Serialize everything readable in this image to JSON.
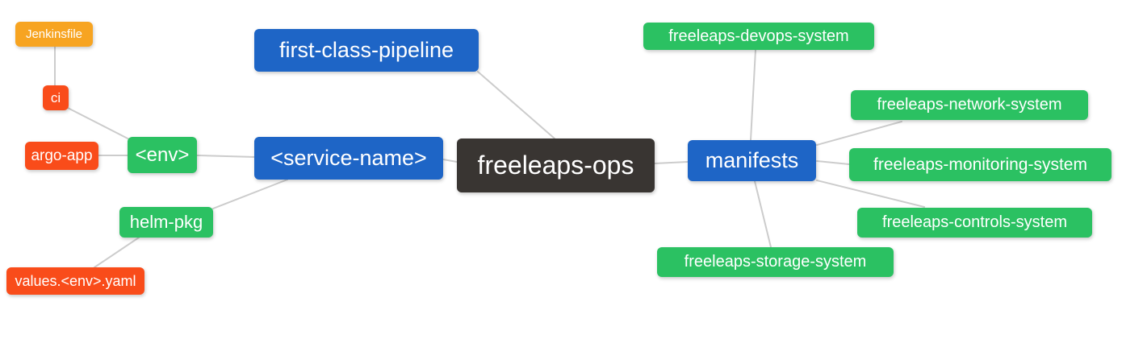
{
  "diagram": {
    "type": "mindmap",
    "root": "freeleaps-ops",
    "colors": {
      "blue": "#1e65c6",
      "green": "#2bc162",
      "orange": "#f7a421",
      "red": "#f94c1a",
      "dark": "#393532",
      "edge": "#cccccc",
      "background": "#ffffff",
      "text": "#ffffff"
    },
    "nodes": [
      {
        "id": "freeleaps-ops",
        "label": "freeleaps-ops",
        "color": "dark"
      },
      {
        "id": "service-name",
        "label": "<service-name>",
        "color": "blue"
      },
      {
        "id": "first-class-pipeline",
        "label": "first-class-pipeline",
        "color": "blue"
      },
      {
        "id": "manifests",
        "label": "manifests",
        "color": "blue"
      },
      {
        "id": "env",
        "label": "<env>",
        "color": "green"
      },
      {
        "id": "helm-pkg",
        "label": "helm-pkg",
        "color": "green"
      },
      {
        "id": "argo-app",
        "label": "argo-app",
        "color": "red"
      },
      {
        "id": "ci",
        "label": "ci",
        "color": "red"
      },
      {
        "id": "jenkinsfile",
        "label": "Jenkinsfile",
        "color": "orange"
      },
      {
        "id": "values-env-yaml",
        "label": "values.<env>.yaml",
        "color": "red"
      },
      {
        "id": "freeleaps-devops-system",
        "label": "freeleaps-devops-system",
        "color": "green"
      },
      {
        "id": "freeleaps-network-system",
        "label": "freeleaps-network-system",
        "color": "green"
      },
      {
        "id": "freeleaps-monitoring-system",
        "label": "freeleaps-monitoring-system",
        "color": "green"
      },
      {
        "id": "freeleaps-controls-system",
        "label": "freeleaps-controls-system",
        "color": "green"
      },
      {
        "id": "freeleaps-storage-system",
        "label": "freeleaps-storage-system",
        "color": "green"
      }
    ],
    "edges": [
      {
        "from": "jenkinsfile",
        "to": "ci"
      },
      {
        "from": "ci",
        "to": "env"
      },
      {
        "from": "argo-app",
        "to": "env"
      },
      {
        "from": "env",
        "to": "service-name"
      },
      {
        "from": "helm-pkg",
        "to": "service-name"
      },
      {
        "from": "values-env-yaml",
        "to": "helm-pkg"
      },
      {
        "from": "first-class-pipeline",
        "to": "freeleaps-ops"
      },
      {
        "from": "service-name",
        "to": "freeleaps-ops"
      },
      {
        "from": "freeleaps-ops",
        "to": "manifests"
      },
      {
        "from": "manifests",
        "to": "freeleaps-devops-system"
      },
      {
        "from": "manifests",
        "to": "freeleaps-network-system"
      },
      {
        "from": "manifests",
        "to": "freeleaps-monitoring-system"
      },
      {
        "from": "manifests",
        "to": "freeleaps-controls-system"
      },
      {
        "from": "manifests",
        "to": "freeleaps-storage-system"
      }
    ]
  }
}
